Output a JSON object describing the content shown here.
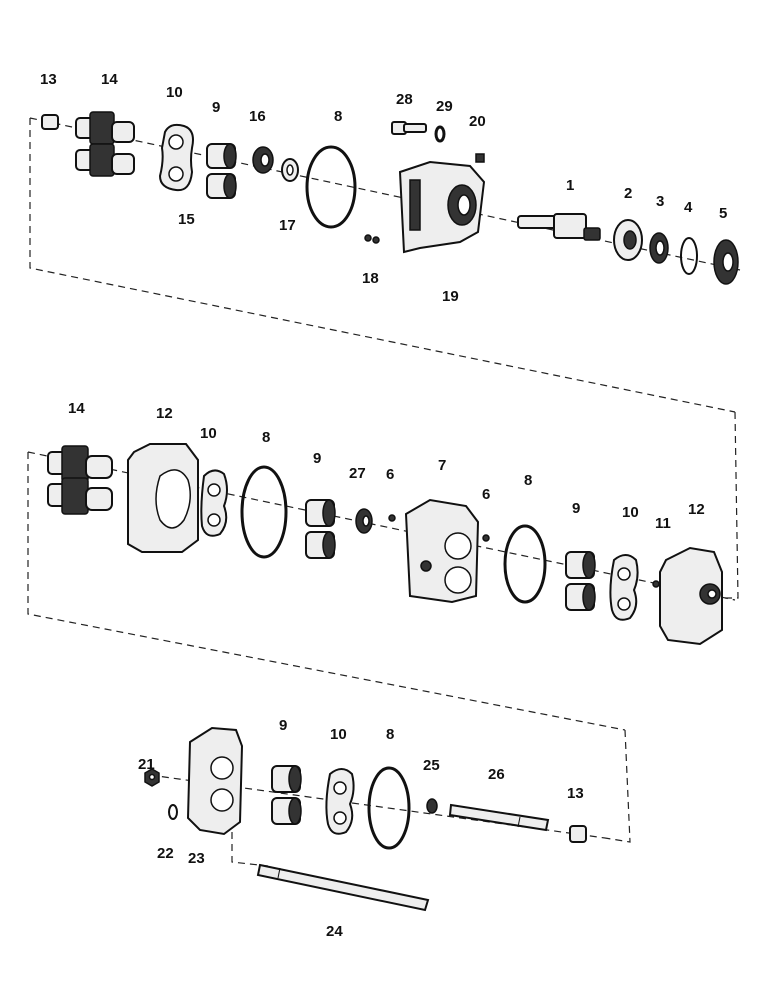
{
  "diagram": {
    "callouts": [
      {
        "label": "13"
      },
      {
        "label": "14"
      },
      {
        "label": "10"
      },
      {
        "label": "9"
      },
      {
        "label": "16"
      },
      {
        "label": "8"
      },
      {
        "label": "28"
      },
      {
        "label": "29"
      },
      {
        "label": "20"
      },
      {
        "label": "1"
      },
      {
        "label": "2"
      },
      {
        "label": "3"
      },
      {
        "label": "4"
      },
      {
        "label": "5"
      },
      {
        "label": "15"
      },
      {
        "label": "17"
      },
      {
        "label": "18"
      },
      {
        "label": "19"
      },
      {
        "label": "14"
      },
      {
        "label": "12"
      },
      {
        "label": "10"
      },
      {
        "label": "8"
      },
      {
        "label": "9"
      },
      {
        "label": "27"
      },
      {
        "label": "6"
      },
      {
        "label": "7"
      },
      {
        "label": "6"
      },
      {
        "label": "8"
      },
      {
        "label": "9"
      },
      {
        "label": "10"
      },
      {
        "label": "11"
      },
      {
        "label": "12"
      },
      {
        "label": "9"
      },
      {
        "label": "10"
      },
      {
        "label": "8"
      },
      {
        "label": "21"
      },
      {
        "label": "25"
      },
      {
        "label": "26"
      },
      {
        "label": "13"
      },
      {
        "label": "22"
      },
      {
        "label": "23"
      },
      {
        "label": "24"
      }
    ]
  }
}
